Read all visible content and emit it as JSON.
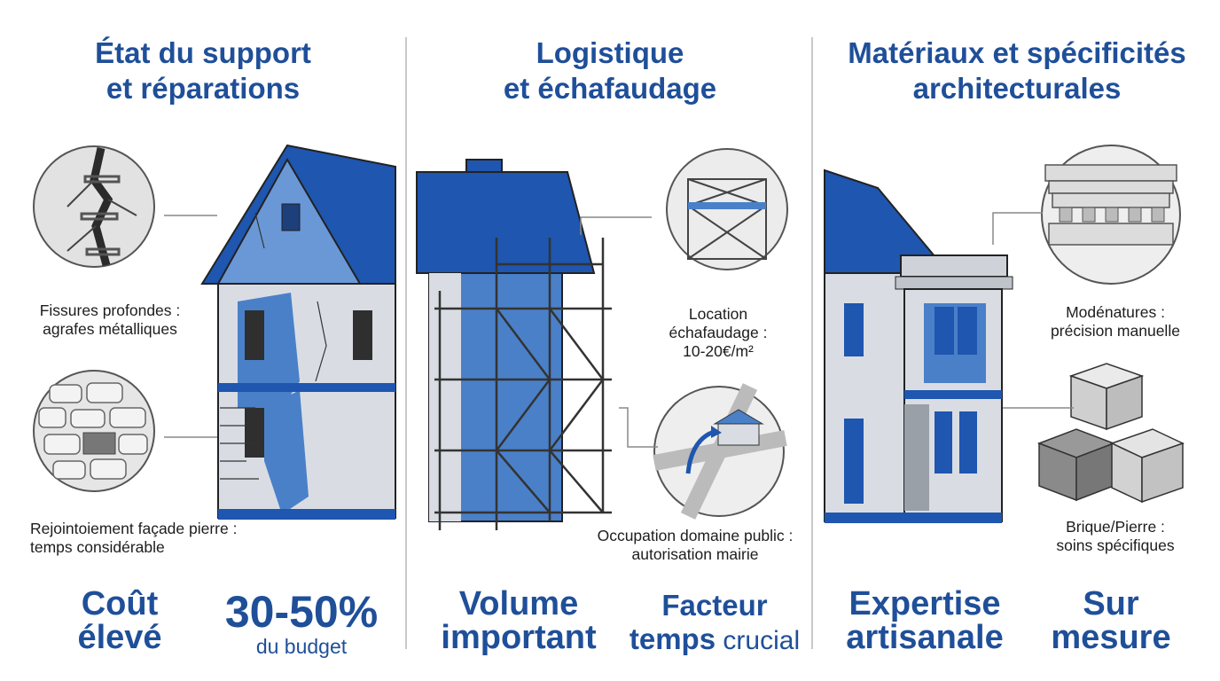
{
  "columns": [
    {
      "title": [
        "État du support",
        "et réparations"
      ],
      "callouts": [
        {
          "lines": [
            "Fissures profondes :",
            "agrafes métalliques"
          ],
          "icon": "crack-staples-icon"
        },
        {
          "lines": [
            "Rejointoiement façade pierre :",
            "temps considérable"
          ],
          "icon": "stone-joints-icon"
        }
      ],
      "bottom": [
        {
          "lines": [
            "Coût",
            "élevé"
          ]
        },
        {
          "value": "30-50%",
          "sub": "du budget"
        }
      ]
    },
    {
      "title": [
        "Logistique",
        "et échafaudage"
      ],
      "callouts": [
        {
          "lines": [
            "Location",
            "échafaudage :",
            "10-20€/m²"
          ],
          "icon": "scaffold-icon"
        },
        {
          "lines": [
            "Occupation domaine public :",
            "autorisation mairie"
          ],
          "icon": "city-hall-map-icon"
        }
      ],
      "bottom": [
        {
          "lines": [
            "Volume",
            "important"
          ]
        },
        {
          "line1": "Facteur",
          "line2_bold": "temps",
          "line2_rest": " crucial"
        }
      ]
    },
    {
      "title": [
        "Matériaux et spécificités",
        "architecturales"
      ],
      "callouts": [
        {
          "lines": [
            "Modénatures :",
            "précision manuelle"
          ],
          "icon": "cornice-molding-icon"
        },
        {
          "lines": [
            "Brique/Pierre :",
            "soins spécifiques"
          ],
          "icon": "brick-stone-blocks-icon"
        }
      ],
      "bottom": [
        {
          "lines": [
            "Expertise",
            "artisanale"
          ]
        },
        {
          "lines": [
            "Sur",
            "mesure"
          ]
        }
      ]
    }
  ],
  "colors": {
    "accent": "#1f4f99",
    "blue_fill": "#4a80c8",
    "roof": "#1e56b0",
    "stone": "#d9dde3",
    "line": "#3a3a3a"
  }
}
